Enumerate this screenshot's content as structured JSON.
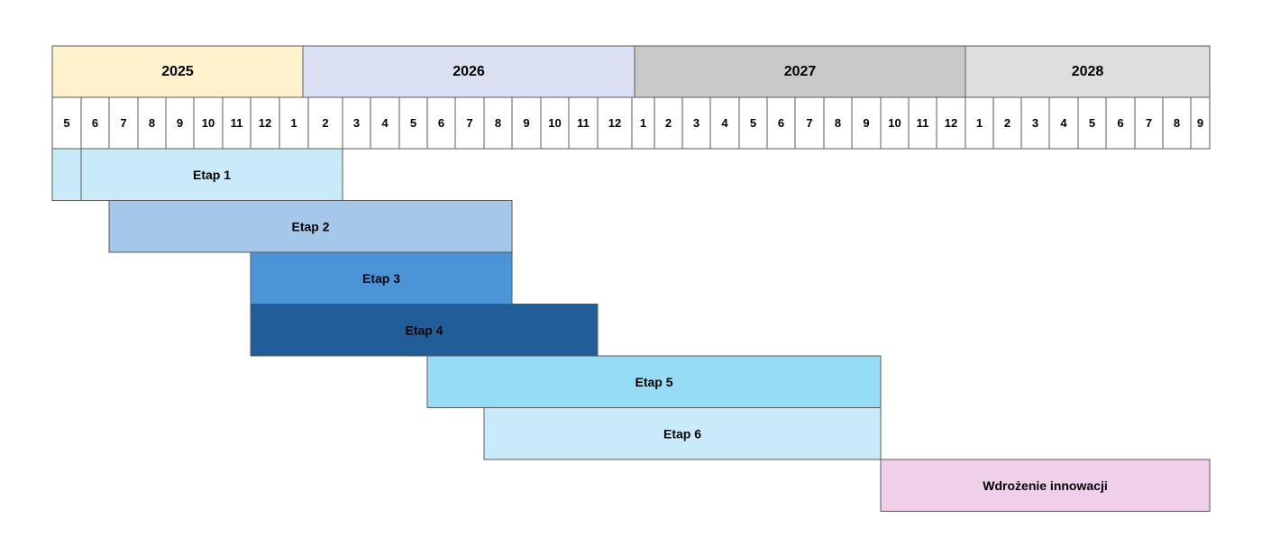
{
  "chart_data": {
    "type": "gantt",
    "years": [
      {
        "label": "2025",
        "color": "#FFF2CC"
      },
      {
        "label": "2026",
        "color": "#D9E1F2"
      },
      {
        "label": "2027",
        "color": "#C9C9C9"
      },
      {
        "label": "2028",
        "color": "#DEDEDE"
      }
    ],
    "months": [
      "5",
      "6",
      "7",
      "8",
      "9",
      "10",
      "11",
      "12",
      "1",
      "2",
      "3",
      "4",
      "5",
      "6",
      "7",
      "8",
      "9",
      "10",
      "11",
      "12",
      "1",
      "2",
      "3",
      "4",
      "5",
      "6",
      "7",
      "8",
      "9",
      "10",
      "11",
      "12",
      "1",
      "2",
      "3",
      "4",
      "5",
      "6",
      "7",
      "8",
      "9"
    ],
    "tasks": [
      {
        "label": "Etap 1",
        "start": "2025-06",
        "end": "2026-02",
        "color": "#C9EAF9",
        "prefix_color": "#C9EAF9"
      },
      {
        "label": "Etap 2",
        "start": "2025-07",
        "end": "2026-08",
        "color": "#A5C8EA"
      },
      {
        "label": "Etap 3",
        "start": "2025-12",
        "end": "2026-08",
        "color": "#4C94D8"
      },
      {
        "label": "Etap 4",
        "start": "2025-12",
        "end": "2026-11",
        "color": "#215E99"
      },
      {
        "label": "Etap 5",
        "start": "2026-06",
        "end": "2027-09",
        "color": "#95DCF4"
      },
      {
        "label": "Etap 6",
        "start": "2026-08",
        "end": "2027-09",
        "color": "#C9EAF9"
      },
      {
        "label": "Wdrożenie innowacji",
        "start": "2027-10",
        "end": "2028-09",
        "color": "#F0CFEB"
      }
    ],
    "border_color": "#595959",
    "text_color": "#000000"
  }
}
